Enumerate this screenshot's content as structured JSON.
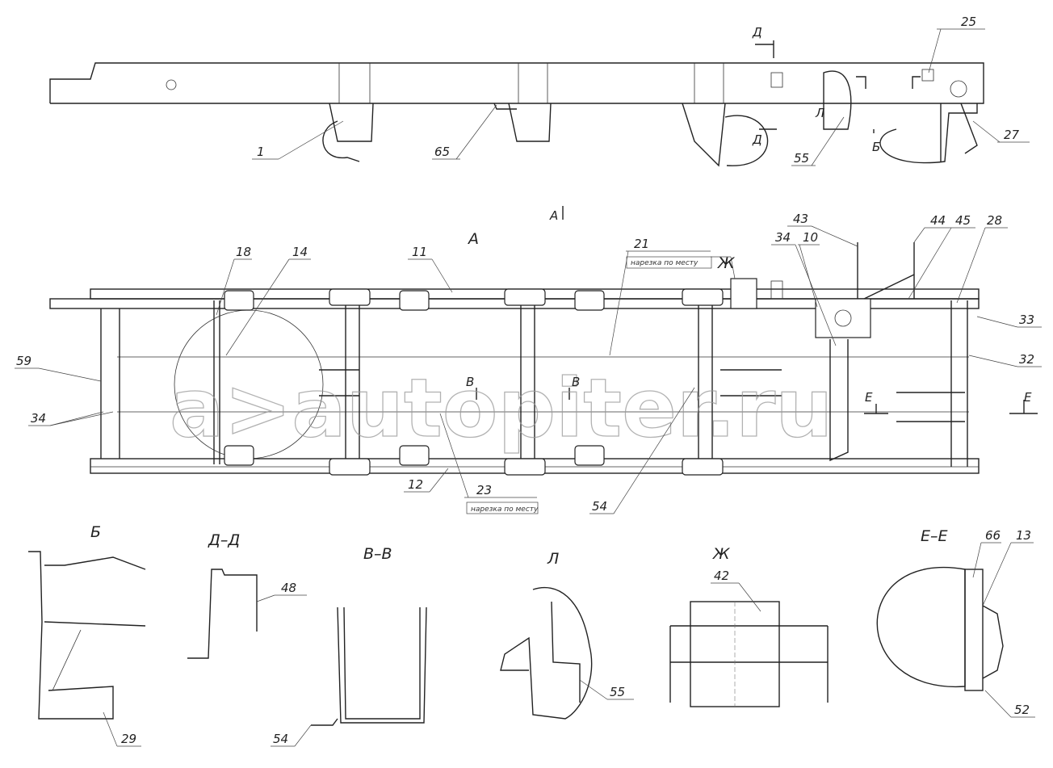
{
  "callouts": [
    "25",
    "27",
    "1",
    "65",
    "55",
    "43",
    "34",
    "10",
    "44",
    "45",
    "28",
    "18",
    "14",
    "11",
    "21",
    "Ж",
    "59",
    "34",
    "33",
    "32",
    "12",
    "23",
    "54",
    "48",
    "42",
    "66",
    "13",
    "55",
    "29",
    "54",
    "52"
  ],
  "view_markers": {
    "d_top": "Д",
    "d_side": "Д",
    "l": "Л",
    "b": "Б",
    "a_arrow": "А",
    "a_view": "А",
    "v1": "В",
    "v2": "В",
    "e1": "Е",
    "e2": "Е"
  },
  "section_titles": {
    "b": "Б",
    "dd": "Д–Д",
    "vv": "В–В",
    "l": "Л",
    "zh": "Ж",
    "ee": "Е–Е"
  },
  "notes": {
    "n21": "нарезка по месту",
    "n23": "нарезка по месту"
  },
  "watermark": "a>autopiter.ru"
}
